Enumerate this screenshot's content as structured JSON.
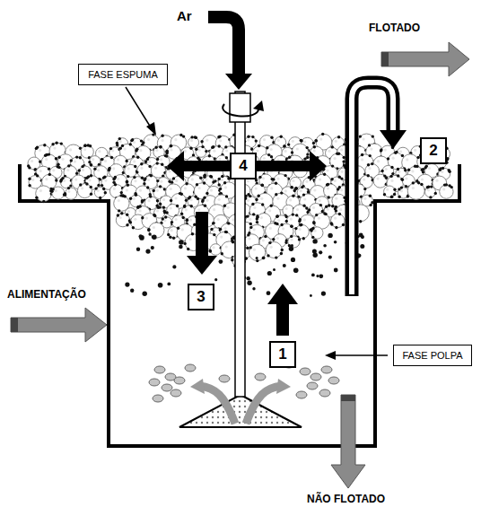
{
  "diagram": {
    "nodes": [
      {
        "text": [
          "FASE ESPUMA"
        ]
      },
      {
        "text": [
          "2"
        ]
      },
      {
        "text": [
          "4"
        ]
      },
      {
        "text": [
          "3"
        ]
      },
      {
        "text": [
          "1"
        ]
      },
      {
        "text": [
          "FASE POLPA"
        ]
      }
    ],
    "labels": [
      "Ar",
      "FLOTADO",
      "ALIMENTAÇÃO",
      "NÃO FLOTADO"
    ]
  }
}
